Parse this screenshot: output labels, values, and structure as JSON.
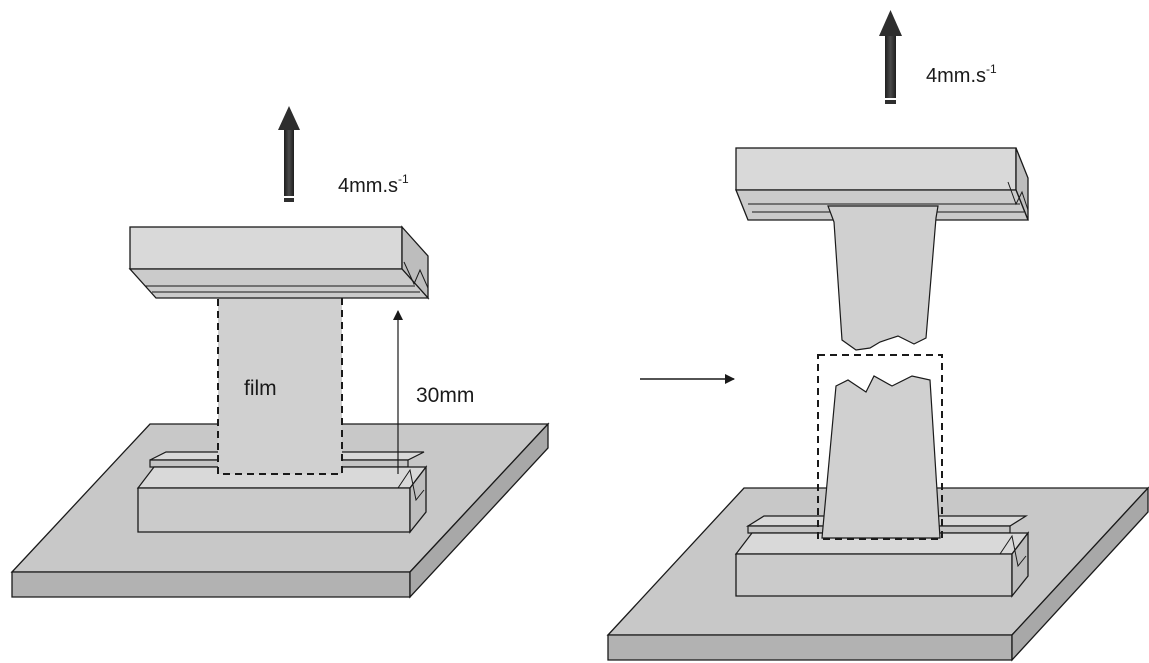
{
  "left_panel": {
    "speed_label": "4mm.s",
    "speed_exponent": "-1",
    "film_label": "film",
    "gauge_label": "30mm"
  },
  "right_panel": {
    "speed_label": "4mm.s",
    "speed_exponent": "-1"
  },
  "colors": {
    "plate_top": "#c8c8c8",
    "plate_side": "#b2b2b2",
    "grip_top": "#d9d9d9",
    "grip_side": "#cbcbcb",
    "film": "#d0d0d0",
    "line": "#1a1a1a",
    "arrow": "#2e2e2e"
  }
}
